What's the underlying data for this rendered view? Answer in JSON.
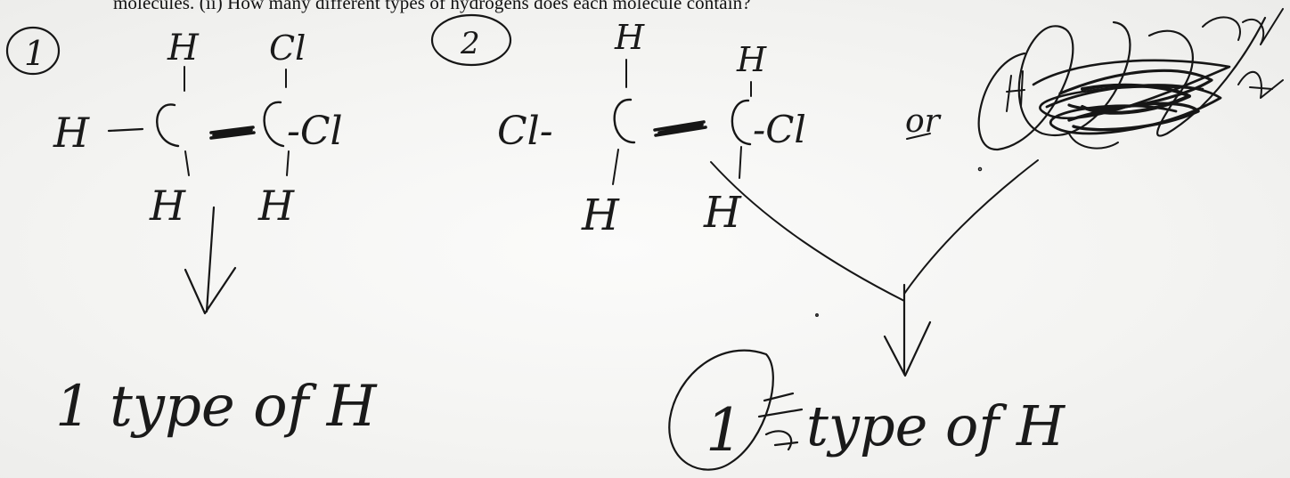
{
  "question": {
    "text": "molecules.  (ii) How many different types of hydrogens does each molecule contain?"
  },
  "molecule1": {
    "number": "1",
    "h_top": "H",
    "cl_top": "Cl",
    "h_left": "H",
    "cl_right": "-Cl",
    "h_bottom_left": "H",
    "h_bottom_right": "H",
    "answer": "1 type of H"
  },
  "molecule2": {
    "number": "2",
    "cl_left": "Cl-",
    "h_top_left": "H",
    "h_top_right": "H",
    "cl_right": "-Cl",
    "h_bottom_left": "H",
    "h_bottom_right": "H",
    "or_label": "or",
    "answer_circled": "1",
    "answer": "type of H"
  }
}
